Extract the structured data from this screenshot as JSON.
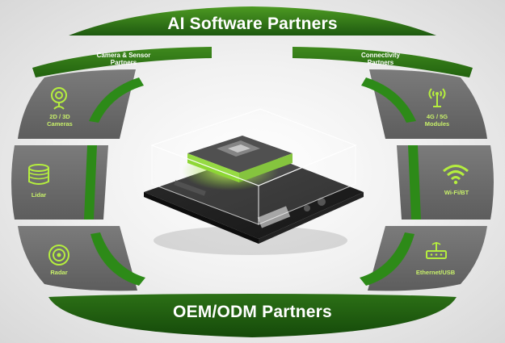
{
  "top_banner": {
    "label": "AI Software Partners"
  },
  "bottom_banner": {
    "label": "OEM/ODM Partners"
  },
  "left_sub": {
    "label_line1": "Camera & Sensor",
    "label_line2": "Partners"
  },
  "right_sub": {
    "label_line1": "Connectivity",
    "label_line2": "Partners"
  },
  "left_items": [
    {
      "label_line1": "2D / 3D",
      "label_line2": "Cameras",
      "icon": "camera-icon"
    },
    {
      "label_line1": "Lidar",
      "label_line2": "",
      "icon": "lidar-icon"
    },
    {
      "label_line1": "Radar",
      "label_line2": "",
      "icon": "radar-icon"
    }
  ],
  "right_items": [
    {
      "label_line1": "4G / 5G",
      "label_line2": "Modules",
      "icon": "antenna-icon"
    },
    {
      "label_line1": "Wi-Fi/BT",
      "label_line2": "",
      "icon": "wifi-icon"
    },
    {
      "label_line1": "Ethernet/USB",
      "label_line2": "",
      "icon": "router-icon"
    }
  ],
  "colors": {
    "green_dark": "#1f5c10",
    "green_light": "#5ea624",
    "panel_gray": "#6e6e6e",
    "accent": "#9ce02a"
  }
}
